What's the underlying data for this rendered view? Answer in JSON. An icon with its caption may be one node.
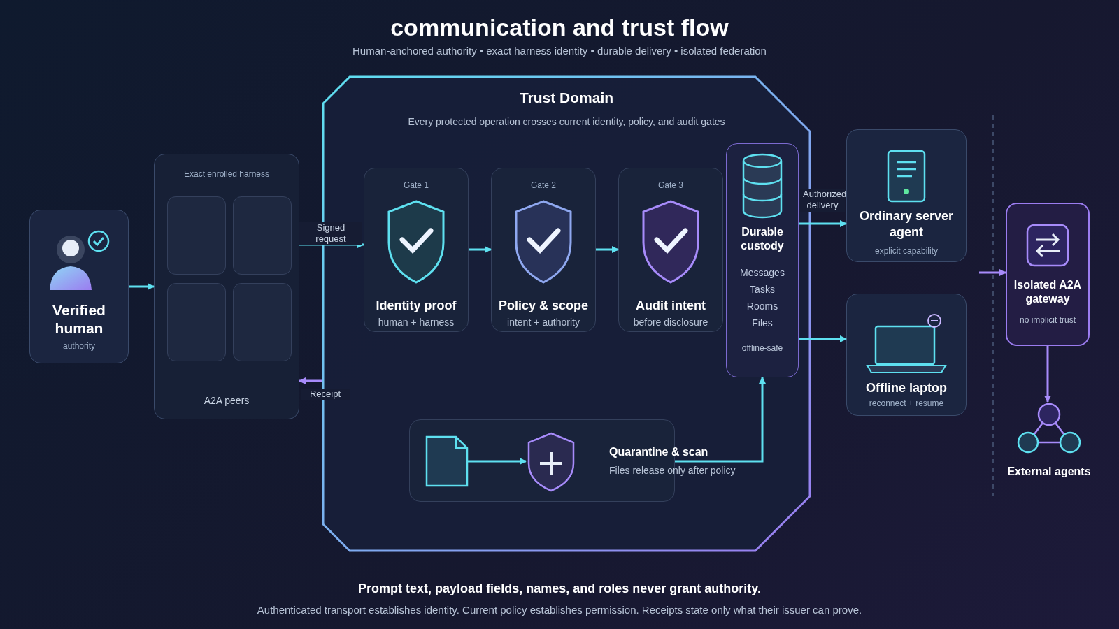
{
  "diagram": {
    "title": "communication and trust flow",
    "nodes": [
      {
        "text": [
          "Verified human",
          "authority"
        ]
      },
      {
        "text": [
          "Exact enrolled harness",
          "A2A peers"
        ]
      },
      {
        "text": [],
        "shape": "box",
        "in": 1
      },
      {
        "text": [],
        "shape": "box",
        "in": 1
      },
      {
        "text": [],
        "shape": "box",
        "in": 1
      },
      {
        "text": [],
        "shape": "box",
        "in": 1
      },
      {
        "text": [
          "Trust Domain",
          "Every protected operation crosses current identity, policy, and audit gates"
        ]
      },
      {
        "text": [
          "Gate 1",
          "Identity proof",
          "human + harness"
        ],
        "in": 6
      },
      {
        "text": [
          "Gate 2",
          "Policy & scope",
          "intent + authority"
        ],
        "in": 6
      },
      {
        "text": [
          "Gate 3",
          "Audit intent",
          "before disclosure"
        ],
        "in": 6
      },
      {
        "text": [
          "Durable custody",
          "Messages",
          "Tasks",
          "Rooms",
          "Files",
          "offline-safe"
        ],
        "in": 6
      },
      {
        "text": [
          "Quarantine & scan",
          "Files release only after policy"
        ],
        "in": 6
      },
      {
        "text": [],
        "shape": "picture",
        "in": 11
      },
      {
        "text": [],
        "shape": "picture",
        "in": 11
      },
      {
        "text": [
          "Ordinary server agent",
          "explicit capability"
        ]
      },
      {
        "text": [
          "Offline laptop",
          "reconnect + resume"
        ]
      },
      {
        "text": [
          "Isolated A2A gateway",
          "no implicit trust"
        ]
      },
      {
        "text": [
          "External agents"
        ]
      }
    ],
    "edges": [
      {
        "from": 0,
        "to": 1,
        "arrow": "to"
      },
      {
        "from": 1,
        "to": 7,
        "arrow": "to",
        "label": "Signed request"
      },
      {
        "from": 7,
        "to": 8,
        "arrow": "to"
      },
      {
        "from": 8,
        "to": 9,
        "arrow": "to"
      },
      {
        "from": 6,
        "to": 1,
        "arrow": "to",
        "label": "Receipt",
        "color": "#a78bfa"
      },
      {
        "from": 10,
        "to": 14,
        "arrow": "to",
        "label": "Authorized delivery"
      },
      {
        "from": 10,
        "to": 15,
        "arrow": "to"
      },
      {
        "from": 12,
        "to": 13,
        "arrow": "to"
      },
      {
        "from": 11,
        "to": 10,
        "arrow": "to"
      },
      {
        "from": null,
        "to": 16,
        "arrow": "to",
        "color": "#a78bfa"
      },
      {
        "from": 16,
        "to": 17,
        "arrow": "to",
        "color": "#a78bfa"
      }
    ],
    "labels": [
      "Human-anchored authority • exact harness identity • durable delivery • isolated federation",
      "Prompt text, payload fields, names, and roles never grant authority.",
      "Authenticated transport establishes identity. Current policy establishes permission. Receipts state only what their issuer can prove."
    ]
  }
}
